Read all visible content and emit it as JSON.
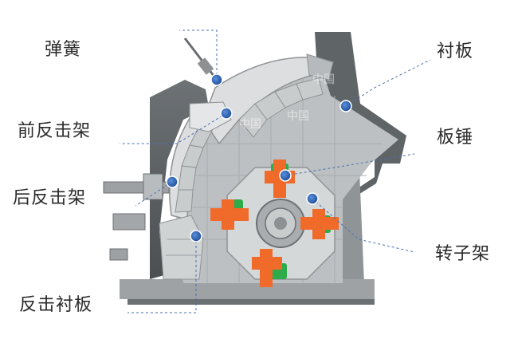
{
  "labels": {
    "spring": "弹簧",
    "front_impact_frame": "前反击架",
    "rear_impact_frame": "后反击架",
    "impact_liner": "反击衬板",
    "liner": "衬板",
    "blow_bar": "板锤",
    "rotor_frame": "转子架"
  },
  "watermark": "中国",
  "colors": {
    "blow_bar_orange": "#f06a2a",
    "rotor_green": "#2eab4b",
    "marker_blue": "#2a62b5",
    "leader_line": "#4a6fb0"
  }
}
